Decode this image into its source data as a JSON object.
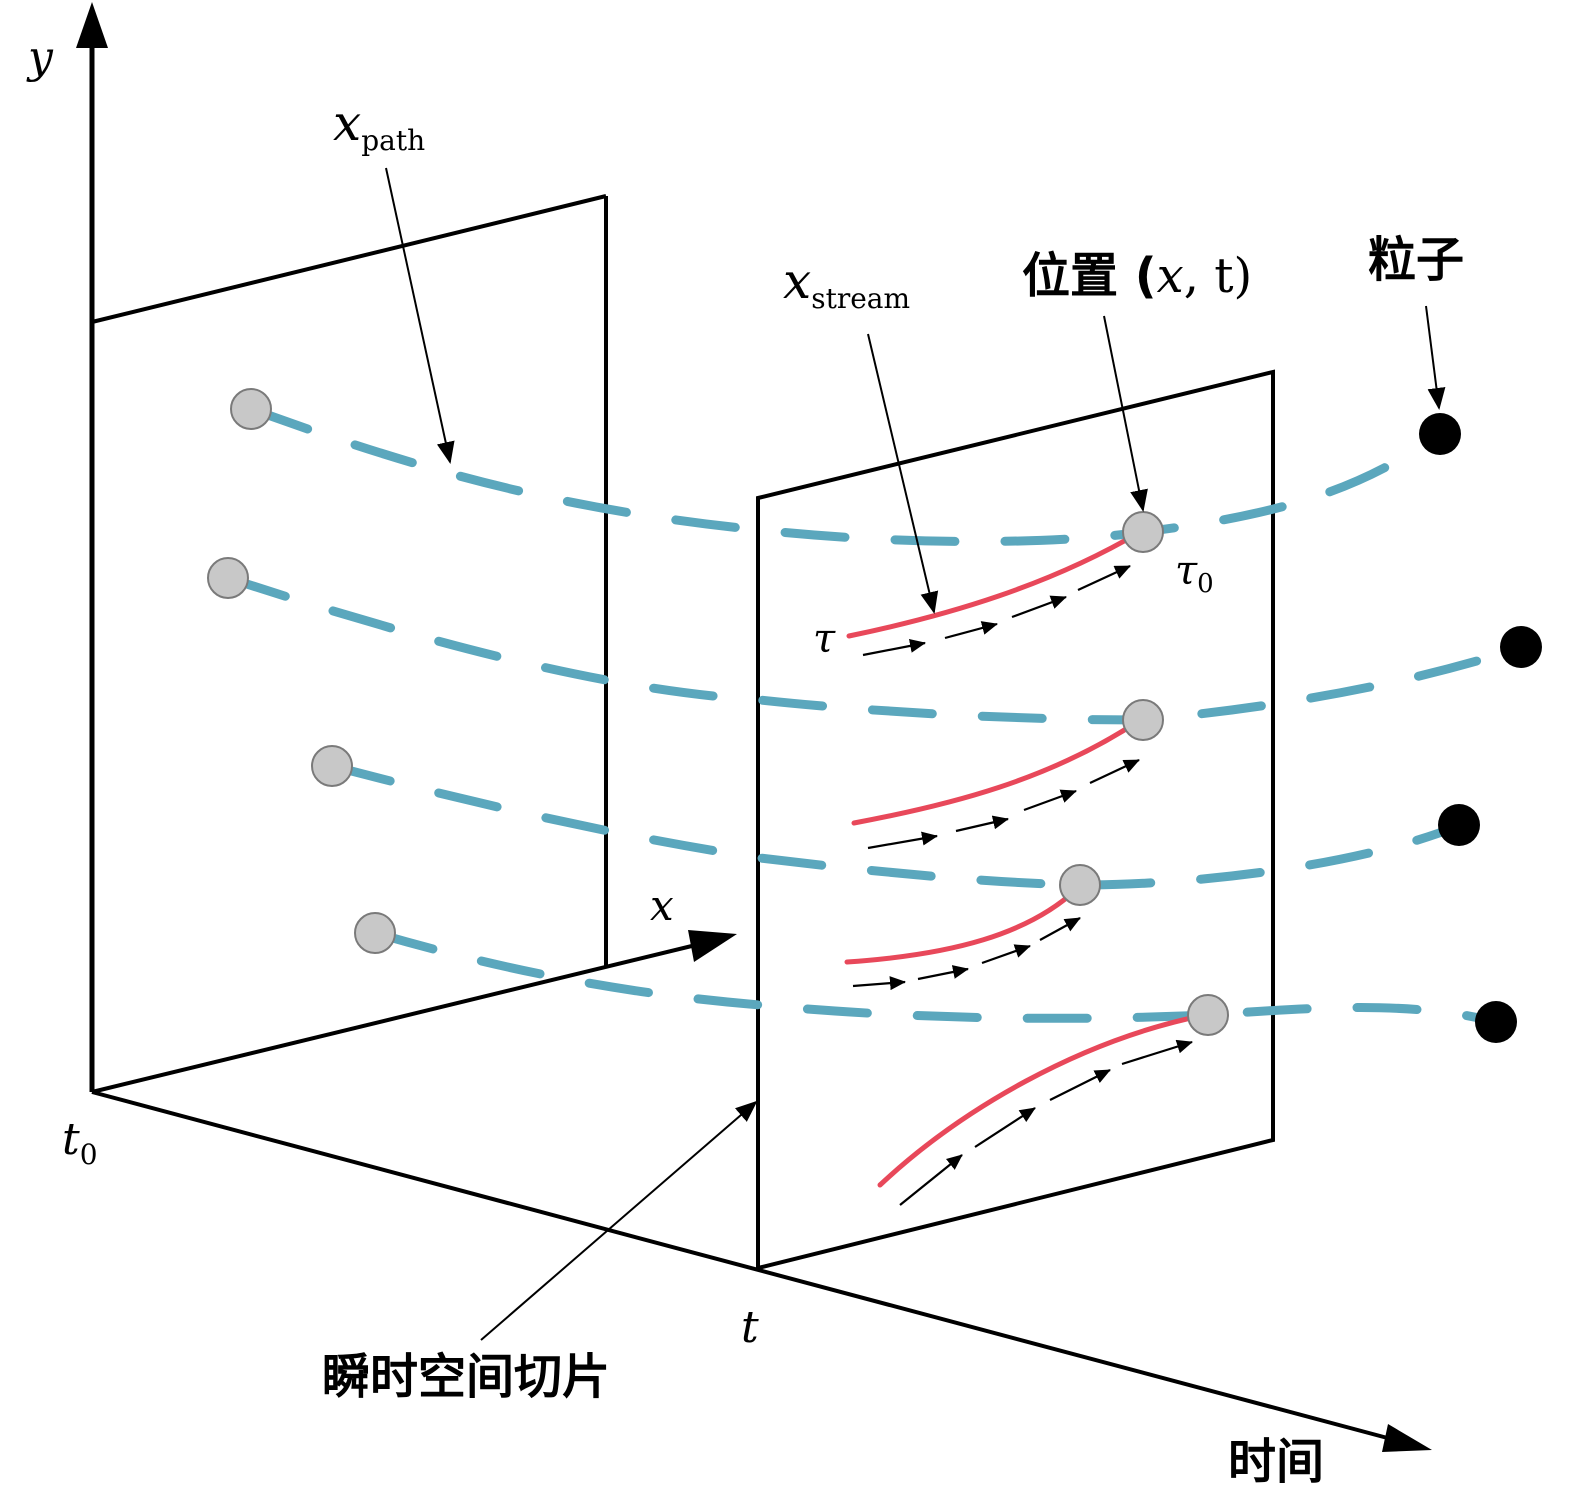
{
  "axes": {
    "y_label": "y",
    "x_label": "x",
    "time_label": "时间",
    "t0_main": "t",
    "t0_sub": "0",
    "t_label": "t"
  },
  "labels": {
    "x_path_main": "x",
    "x_path_sub": "path",
    "x_stream_main": "x",
    "x_stream_sub": "stream",
    "position_text": "位置 (",
    "position_x": "x",
    "position_rest": ", t)",
    "particle": "粒子",
    "slice": "瞬时空间切片",
    "tau": "τ",
    "tau0_main": "τ",
    "tau0_sub": "0"
  },
  "colors": {
    "pathline": "#5ba7bd",
    "streamline": "#e8485a",
    "ghost_particle_fill": "#c8c8c8",
    "ghost_particle_stroke": "#7a7a7a",
    "particle": "#000000",
    "frame": "#000000"
  },
  "counts": {
    "pathlines": 4,
    "streamlines": 4
  }
}
